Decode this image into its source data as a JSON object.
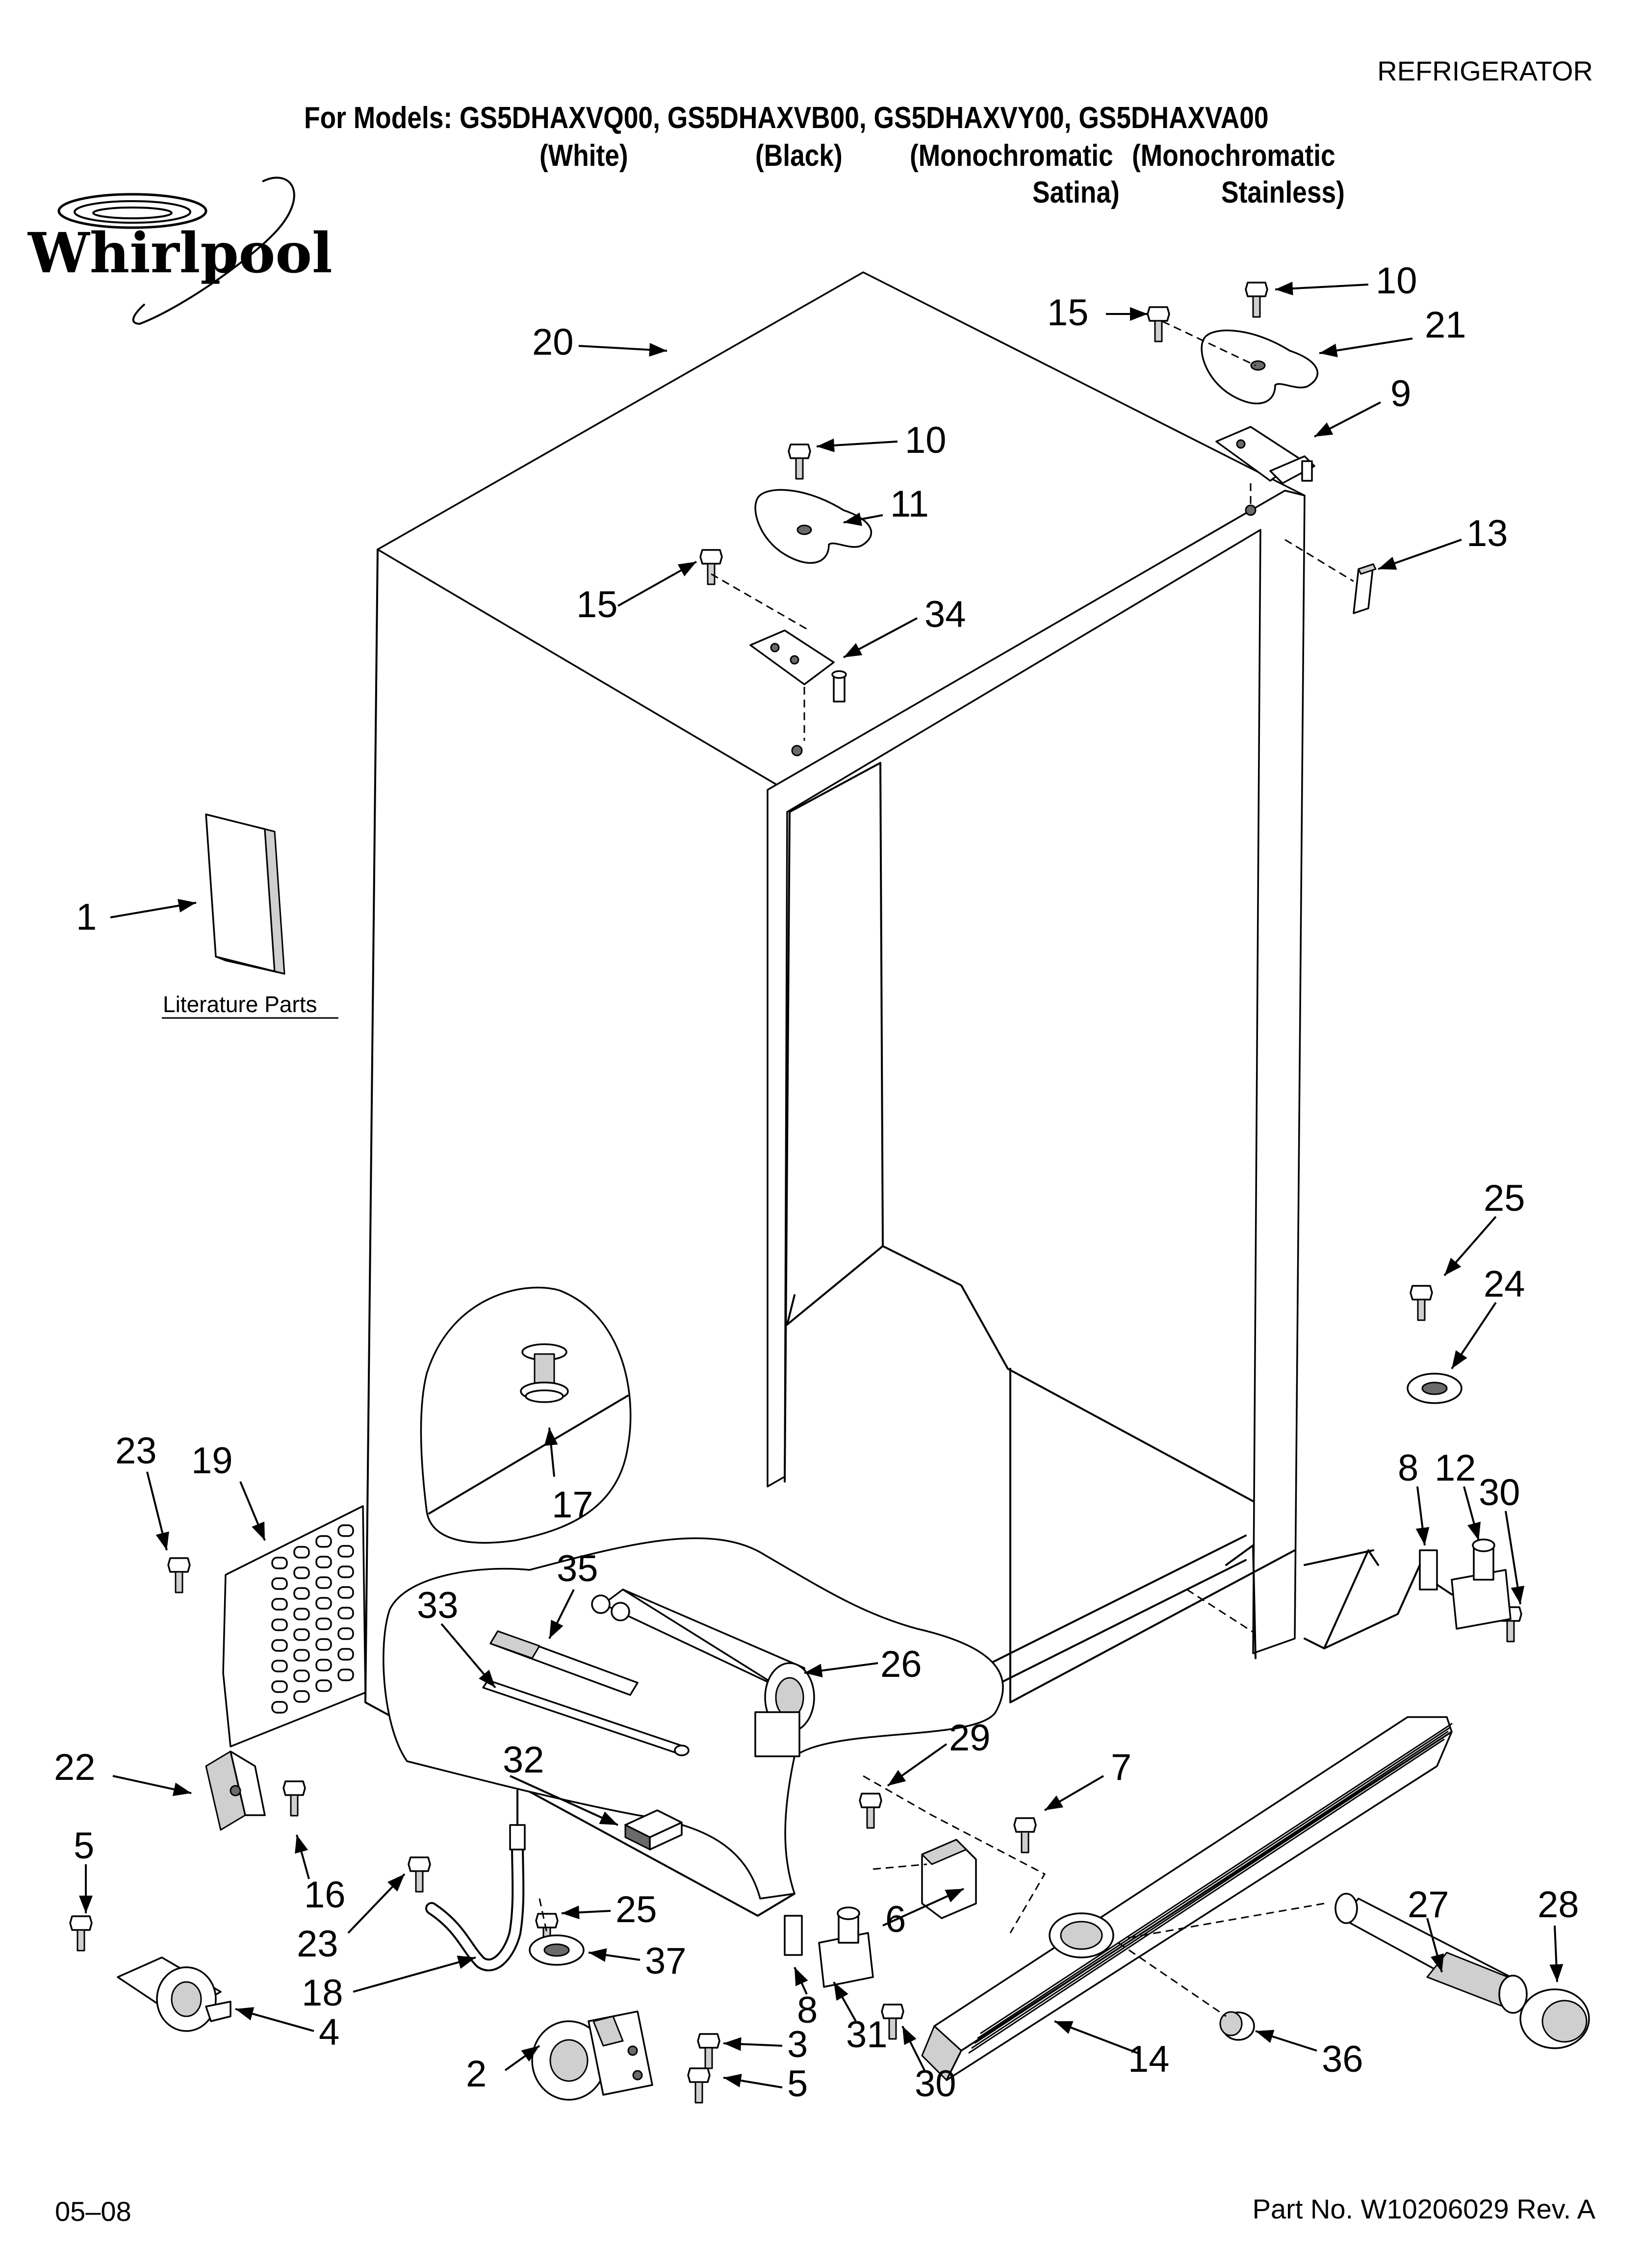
{
  "header": {
    "category": "REFRIGERATOR",
    "models_line": "For Models: GS5DHAXVQ00, GS5DHAXVB00, GS5DHAXVY00, GS5DHAXVA00",
    "variants": [
      {
        "line1": "(White)",
        "line2": ""
      },
      {
        "line1": "(Black)",
        "line2": ""
      },
      {
        "line1": "(Monochromatic",
        "line2": "Satina)"
      },
      {
        "line1": "(Monochromatic",
        "line2": "Stainless)"
      }
    ]
  },
  "brand": {
    "logo_text": "Whirlpool"
  },
  "literature_label": "Literature Parts",
  "callouts": {
    "c1": "1",
    "c2": "2",
    "c3": "3",
    "c4": "4",
    "c5a": "5",
    "c5b": "5",
    "c6": "6",
    "c7": "7",
    "c8a": "8",
    "c8b": "8",
    "c9": "9",
    "c10a": "10",
    "c10b": "10",
    "c11": "11",
    "c12": "12",
    "c13": "13",
    "c14": "14",
    "c15a": "15",
    "c15b": "15",
    "c16": "16",
    "c17": "17",
    "c18": "18",
    "c19": "19",
    "c20": "20",
    "c21": "21",
    "c22": "22",
    "c23a": "23",
    "c23b": "23",
    "c24": "24",
    "c25a": "25",
    "c25b": "25",
    "c26": "26",
    "c27": "27",
    "c28": "28",
    "c29": "29",
    "c30a": "30",
    "c30b": "30",
    "c31": "31",
    "c32": "32",
    "c33": "33",
    "c34": "34",
    "c35": "35",
    "c36": "36",
    "c37": "37"
  },
  "footer": {
    "date": "05–08",
    "part_number": "Part No. W10206029 Rev. A"
  }
}
